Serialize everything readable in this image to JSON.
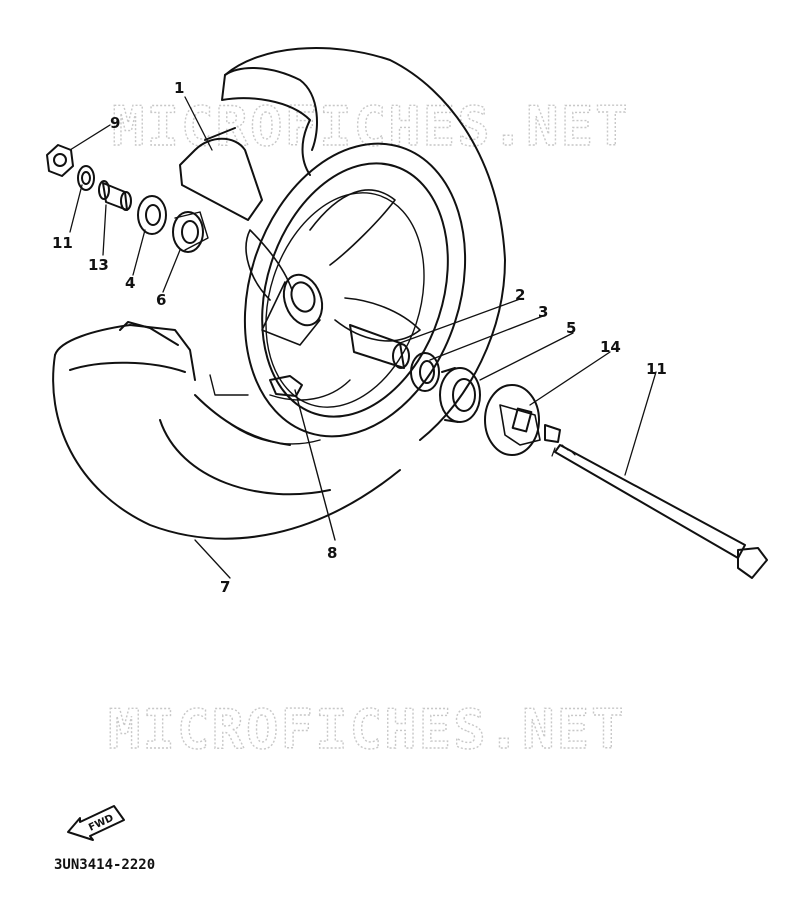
{
  "watermark": "MICROFICHES.NET",
  "part_code": "3UN3414-2220",
  "fwd_label": "FWD",
  "callouts": [
    "1",
    "2",
    "3",
    "4",
    "5",
    "6",
    "7",
    "8",
    "9",
    "11",
    "11",
    "13",
    "14"
  ]
}
